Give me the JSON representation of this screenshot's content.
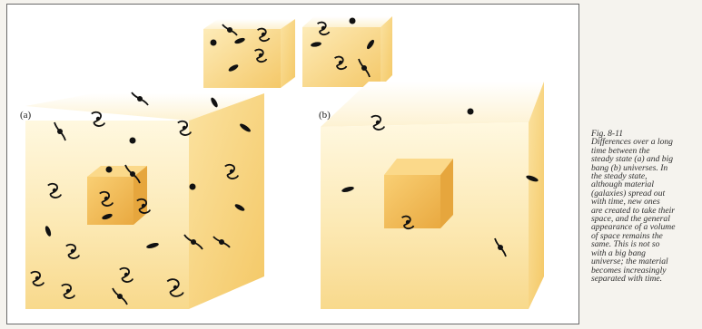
{
  "figure": {
    "label_a": "(a)",
    "label_b": "(b)"
  },
  "caption": {
    "lines": [
      "Fig. 8-11",
      "Differences over a long",
      "time between the",
      "steady state (a) and big",
      "bang (b) universes. In",
      "the steady state,",
      "although material",
      "(galaxies) spread out",
      "with time, new ones",
      "are created to take their",
      "space, and the general",
      "appearance of a volume",
      "of space remains the",
      "same. This is not so",
      "with a big bang",
      "universe; the material",
      "becomes increasingly",
      "separated with time."
    ]
  },
  "colors": {
    "cube_light": "#fbe6a8",
    "cube_mid": "#f7cf6a",
    "cube_dark": "#e9b04a",
    "galaxy": "#111111"
  }
}
